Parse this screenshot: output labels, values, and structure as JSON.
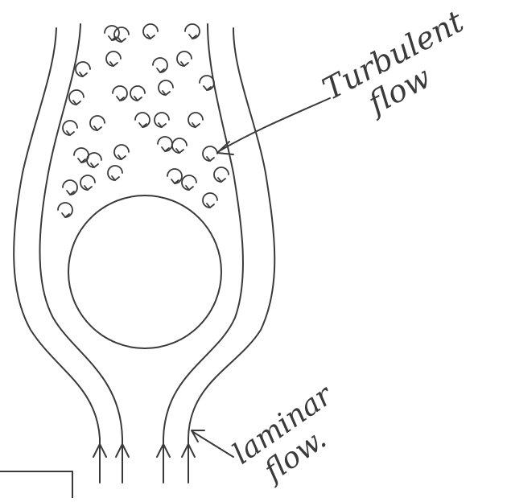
{
  "diagram": {
    "labels": {
      "turbulent_line1": "Turbulent",
      "turbulent_line2": "flow",
      "laminar_line1": "laminar",
      "laminar_line2": "flow."
    },
    "colors": {
      "ink": "#3a3a3a",
      "background": "#ffffff"
    },
    "elements": [
      "obstacle-sphere",
      "streamlines",
      "turbulent-eddies",
      "laminar-arrows",
      "pointer-arrows",
      "corner-box"
    ]
  }
}
